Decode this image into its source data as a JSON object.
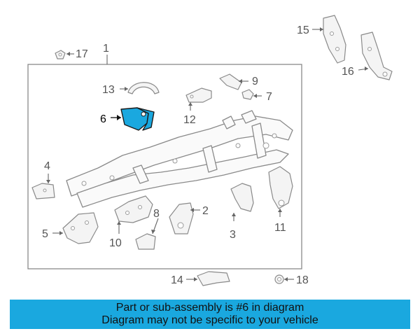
{
  "highlighted_part": "6",
  "callouts": {
    "n1": "1",
    "n2": "2",
    "n3": "3",
    "n4": "4",
    "n5": "5",
    "n6": "6",
    "n7": "7",
    "n8": "8",
    "n9": "9",
    "n10": "10",
    "n11": "11",
    "n12": "12",
    "n13": "13",
    "n14": "14",
    "n15": "15",
    "n16": "16",
    "n17": "17",
    "n18": "18"
  },
  "banner": {
    "line1": "Part or sub-assembly is #6 in diagram",
    "line2": "Diagram may not be specific to your vehicle"
  },
  "colors": {
    "highlight": "#1aa8df",
    "banner_background": "#1aa8df",
    "outline": "#8a8a8a"
  }
}
